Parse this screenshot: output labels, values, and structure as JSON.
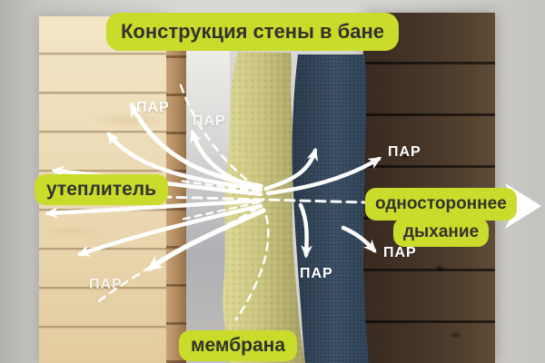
{
  "title": "Конструкция стены в бане",
  "badges": {
    "insulation": "утеплитель",
    "membrane": "мембрана",
    "breathing_line1": "одностороннее",
    "breathing_line2": "дыхание"
  },
  "vapor_labels": [
    "ПАР",
    "ПАР",
    "ПАР",
    "ПАР",
    "ПАР",
    "ПАР"
  ],
  "colors": {
    "accent": "#c9db2b",
    "badge-text": "#33332b",
    "arrow": "#ffffff",
    "wood-light": "#ead7b0",
    "wood-dark": "#46362a",
    "insulation-fill": "#c9c47e",
    "membrane-fill": "#36495c",
    "background": "#cecdc9"
  }
}
